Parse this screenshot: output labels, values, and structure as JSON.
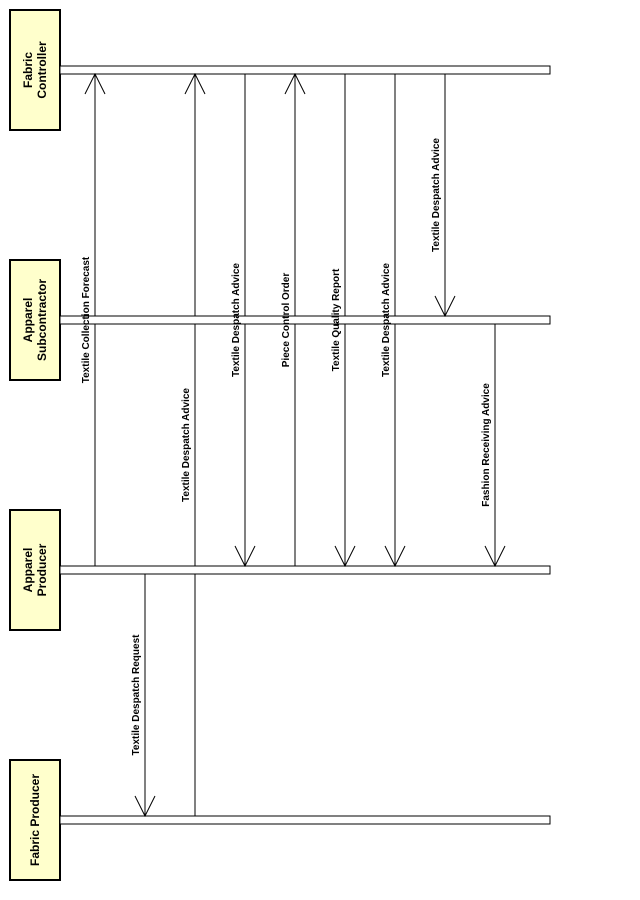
{
  "actors": [
    {
      "id": "fabric-controller",
      "lines": [
        "Fabric",
        "Controller"
      ]
    },
    {
      "id": "apparel-subcontractor",
      "lines": [
        "Apparel",
        "Subcontractor"
      ]
    },
    {
      "id": "apparel-producer",
      "lines": [
        "Apparel",
        "Producer"
      ]
    },
    {
      "id": "fabric-producer",
      "lines": [
        "Fabric Producer"
      ]
    }
  ],
  "messages": [
    {
      "label": "Textile Collection Forecast",
      "from": "apparel-producer",
      "to": "fabric-controller"
    },
    {
      "label": "Textile Despatch Request",
      "from": "apparel-producer",
      "to": "fabric-producer"
    },
    {
      "label": "Textile Despatch Advice",
      "from": "fabric-producer",
      "to": "fabric-controller"
    },
    {
      "label": "Textile Despatch Advice",
      "from": "fabric-controller",
      "to": "apparel-producer"
    },
    {
      "label": "Piece Control Order",
      "from": "apparel-producer",
      "to": "fabric-controller"
    },
    {
      "label": "Textile Quality Report",
      "from": "fabric-controller",
      "to": "apparel-producer"
    },
    {
      "label": "Textile Despatch Advice",
      "from": "fabric-controller",
      "to": "apparel-producer"
    },
    {
      "label": "Textile Despatch Advice",
      "from": "fabric-controller",
      "to": "apparel-subcontractor"
    },
    {
      "label": "Fashion Receiving Advice",
      "from": "apparel-subcontractor",
      "to": "apparel-producer"
    }
  ]
}
